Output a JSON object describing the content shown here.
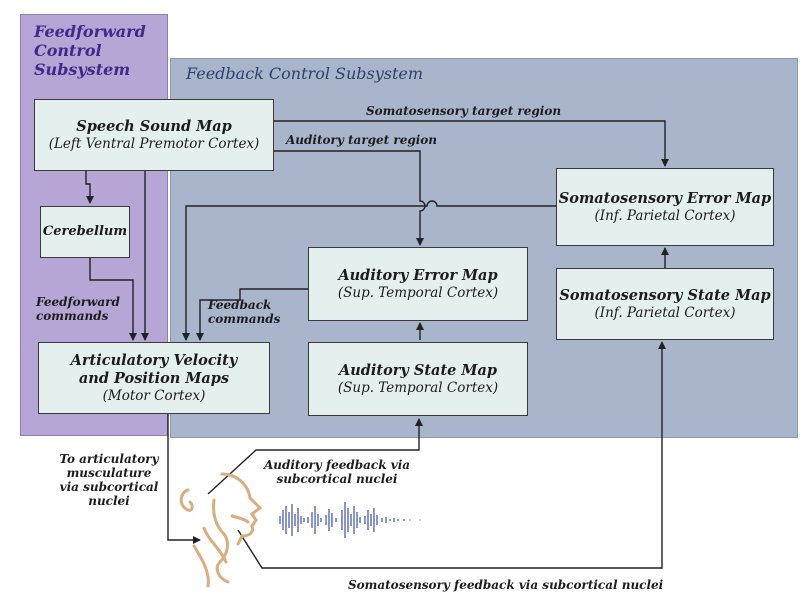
{
  "regions": {
    "feedforward": "Feedforward Control Subsystem",
    "feedback": "Feedback Control Subsystem"
  },
  "boxes": {
    "speech_sound_map": {
      "title": "Speech Sound Map",
      "sub": "(Left Ventral Premotor Cortex)"
    },
    "cerebellum": {
      "title": "Cerebellum"
    },
    "articulatory": {
      "title": "Articulatory Velocity and Position Maps",
      "sub": "(Motor Cortex)"
    },
    "auditory_error": {
      "title": "Auditory Error Map",
      "sub": "(Sup. Temporal Cortex)"
    },
    "auditory_state": {
      "title": "Auditory State Map",
      "sub": "(Sup. Temporal Cortex)"
    },
    "somato_error": {
      "title": "Somatosensory Error Map",
      "sub": "(Inf. Parietal Cortex)"
    },
    "somato_state": {
      "title": "Somatosensory State Map",
      "sub": "(Inf. Parietal Cortex)"
    }
  },
  "labels": {
    "somato_target": "Somatosensory target region",
    "auditory_target": "Auditory target region",
    "feedforward_commands": "Feedforward commands",
    "feedback_commands": "Feedback commands",
    "to_musculature": "To articulatory musculature via subcortical nuclei",
    "auditory_feedback": "Auditory feedback via subcortical nuclei",
    "somato_feedback": "Somatosensory feedback via subcortical nuclei"
  },
  "colors": {
    "feedforward_region": "#b6a6d6",
    "feedback_region": "#a9b5cb",
    "box_fill": "#e4efee",
    "waveform": "#3b4fa0",
    "head_outline": "#d9ad7f"
  },
  "icons": [
    "speaker-head-icon",
    "sound-waveform-icon"
  ]
}
